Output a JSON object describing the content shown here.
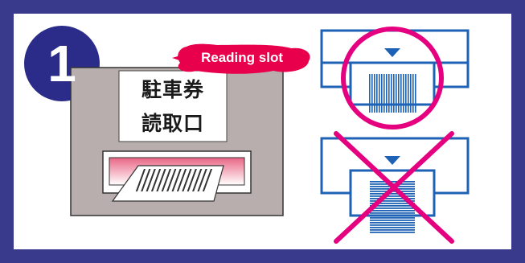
{
  "step": {
    "number": "1"
  },
  "callout": {
    "text": "Reading slot"
  },
  "machine_label": {
    "line1": "駐車券",
    "line2": "読取口"
  },
  "colors": {
    "frame": "#3a3a8c",
    "panel": "#ffffff",
    "machine": "#b9aeae",
    "bubble": "#e8004d",
    "correct_circle": "#e5007f",
    "wrong_cross": "#e5007f",
    "slot_blue": "#1d62b4",
    "step_badge": "#2b2c8a"
  },
  "icons": [
    "step-number-badge",
    "reading-slot-callout",
    "ticket-slot",
    "correct-insertion-icon",
    "incorrect-insertion-icon",
    "check-circle-mark",
    "cross-mark"
  ]
}
